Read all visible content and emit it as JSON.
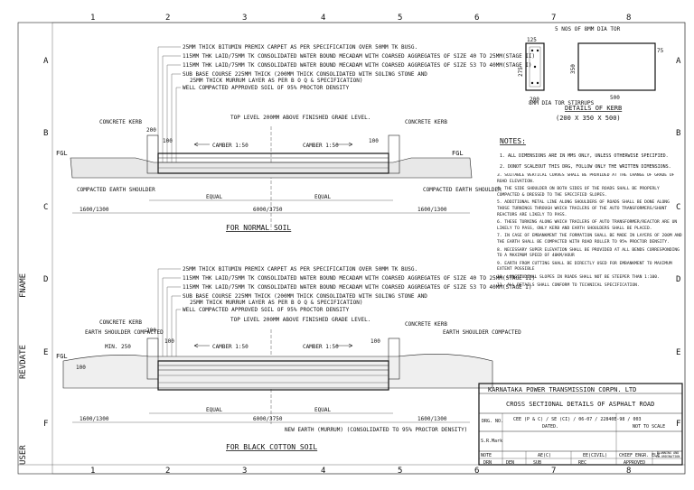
{
  "border": {
    "columns": [
      "1",
      "2",
      "3",
      "4",
      "5",
      "6",
      "7",
      "8"
    ],
    "rows": [
      "A",
      "B",
      "C",
      "D",
      "E",
      "F"
    ],
    "side_labels": [
      "FNAME",
      "REVDATE",
      "USER"
    ]
  },
  "normal_soil": {
    "layers": [
      "25MM THICK BITUMIN PREMIX CARPET AS PER SPECIFICATION OVER 50MM TK BUSG.",
      "115MM THK LAID/75MM TK CONSOLIDATED WATER BOUND MECADAM WITH COARSED AGGREGATES OF SIZE 40 TO 25MM(STAGE II)",
      "115MM THK LAID/75MM TK CONSOLIDATED WATER BOUND MECADAM WITH COARSED AGGREGATES OF SIZE 53 TO 40MM(STAGE I)",
      "SUB BASE COURSE 225MM THICK (200MM THICK CONSOLIDATED WITH SOLING STONE AND",
      "25MM THICK MURRUM LAYER AS PER B O Q & SPECIFICATION)",
      "WELL COMPACTED APPROVED SOIL OF 95% PROCTOR DENSITY"
    ],
    "top_level": "TOP LEVEL 200MM ABOVE FINISHED GRADE LEVEL.",
    "kerb_left": "CONCRETE KERB",
    "kerb_right": "CONCRETE KERB",
    "dim_200": "200",
    "dim_100": "100",
    "camber_left": "CAMBER 1:50",
    "camber_right": "CAMBER 1:50",
    "fgl": "FGL",
    "shoulder_left": "COMPACTED EARTH SHOULDER",
    "shoulder_right": "COMPACTED EARTH SHOULDER",
    "equal": "EQUAL",
    "dim_left": "1600/1300",
    "dim_center": "6000/3750",
    "dim_right": "1600/1300",
    "title": "FOR NORMAL SOIL"
  },
  "black_soil": {
    "layers": [
      "25MM THICK BITUMIN PREMIX CARPET AS PER SPECIFICATION OVER 50MM TK BUSG.",
      "115MM THK LAID/75MM TK CONSOLIDATED WATER BOUND MECADAM WITH COARSED AGGREGATES OF SIZE 40 TO 25MM(STAGE II)",
      "115MM THK LAID/75MM TK CONSOLIDATED WATER BOUND MECADAM WITH COARSED AGGREGATES OF SIZE 53 TO 40MM(STAGE I)",
      "SUB BASE COURSE 225MM THICK (200MM THICK CONSOLIDATED WITH SOLING STONE AND",
      "25MM THICK MURRUM LAYER AS PER B O Q & SPECIFICATION)",
      "WELL COMPACTED APPROVED SOIL OF 95% PROCTOR DENSITY"
    ],
    "top_level": "TOP LEVEL 200MM ABOVE FINISHED GRADE LEVEL.",
    "kerb_left": "CONCRETE KERB",
    "kerb_right": "CONCRETE KERB",
    "shoulder_left": "EARTH SHOULDER COMPACTED",
    "shoulder_right": "EARTH SHOULDER COMPACTED",
    "min_slope": "MIN. 250",
    "dim_200": "200",
    "dim_100": "100",
    "camber_left": "CAMBER 1:50",
    "camber_right": "CAMBER 1:50",
    "fgl": "FGL",
    "equal": "EQUAL",
    "dim_left": "1600/1300",
    "dim_center": "6000/3750",
    "dim_right": "1600/1300",
    "new_earth": "NEW EARTH (MURRUM) (CONSOLIDATED TO 95% PROCTOR DENSITY)",
    "title": "FOR BLACK COTTON SOIL"
  },
  "kerb_detail": {
    "bars": "5 NOS OF 8MM DIA TOR",
    "stirrups": "8MM DIA TOR STIRRUPS",
    "d125": "125",
    "d275": "275",
    "d75": "75",
    "d200": "200",
    "d350": "350",
    "d500": "500",
    "title": "DETAILS OF KERB",
    "subtitle": "(200 X 350 X 500)"
  },
  "notes": {
    "heading": "NOTES:",
    "items": [
      "1. ALL DIMENSIONS ARE IN MMS ONLY, UNLESS OTHERWISE SPECIFIED.",
      "2. DONOT SCALEOUT THIS DRG, FOLLOW ONLY THE WRITTEN DIMENSIONS.",
      "3. SUITABLE VERTICAL CURVES SHALL BE PROVIDED AT THE CHANGE OF GRADE OF ROAD ELEVATION.",
      "4. THE SIDE SHOULDER ON BOTH SIDES OF THE ROADS SHALL BE PROPERLY COMPACTED & DRESSED TO THE SPECIFIED SLOPES.",
      "5. ADDITIONAL METAL LINE ALONG SHOULDERS OF ROADS SHALL BE DONE ALONG THOSE TURNINGS THROUGH WHICH TRAILERS OF THE AUTO TRANSFORMERS/SHUNT REACTORS ARE LIKELY TO PASS.",
      "6. THESE TURNING ALONG WHICH TRAILERS OF AUTO TRANSFORMER/REACTOR ARE UN LIKELY TO PASS, ONLY KERB AND EARTH SHOULDERS SHALL BE PLACED.",
      "7. IN CASE OF EMBANKMENT THE FORMATION SHALL BE MADE IN LAYERS OF 200M AND THE EARTH SHALL BE COMPACTED WITH ROAD ROLLER TO 95% PROCTOR DENSITY.",
      "8. NECESSARY SUPER ELEVATION SHALL BE PROVIDED AT ALL BENDS CORRESPONDING TO A MAXIMUM SPEED OF 40KM/HOUR",
      "9. EARTH FROM CUTTING SHALL BE DIRECTLY USED FOR EMBANKMENT TO MAXIMUM EXTENT POSSIBLE",
      "10. LONGITUDINAL SLOPES IN ROADS SHALL NOT BE STEEPER THAN 1:100.",
      "11. ALL DETAILS SHALL CONFORM TO TECHNICAL SPECIFICATION."
    ]
  },
  "title_block": {
    "company": "KARNATAKA POWER TRANSMISSION CORPN. LTD",
    "drawing_title": "CROSS SECTIONAL DETAILS OF ASPHALT ROAD",
    "drg_no_label": "DRG. NO.",
    "drg_no_value": "CEE (P & C) / SE (CI) / 06-07 / 22840E-98 / 003",
    "dated": "DATED.",
    "scale": "NOT TO SCALE",
    "s_r_mark": "S.R.Mark",
    "row_labels": [
      "NOTE",
      "DRN",
      "DEN",
      "SUB",
      "REC"
    ],
    "ae": "AE(C)",
    "ee": "EE(CIVIL)",
    "chief": "CHIEF ENGR. ELE",
    "approved": "APPROVED",
    "planning": "PLANNING AND CO-ORDINATION"
  }
}
